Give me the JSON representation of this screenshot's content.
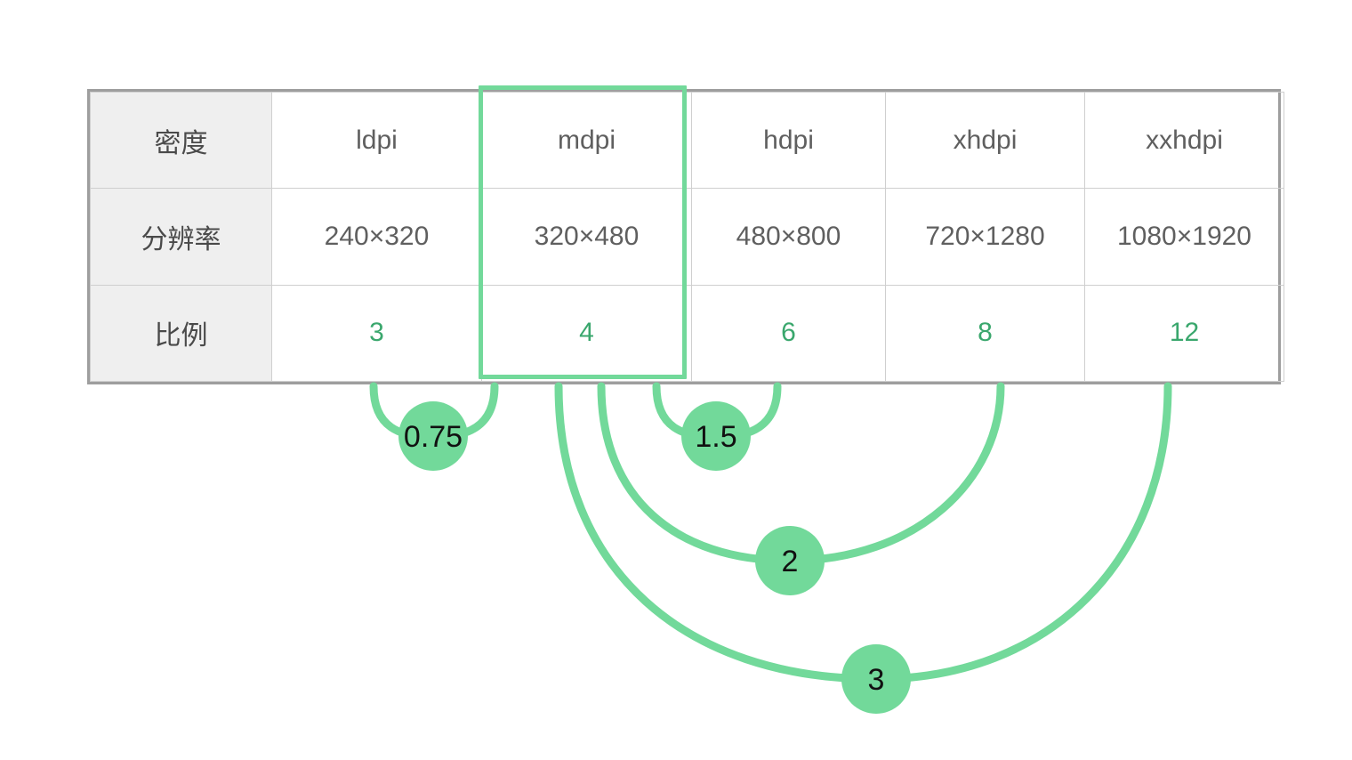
{
  "table": {
    "row_headers": [
      "密度",
      "分辨率",
      "比例"
    ],
    "columns": [
      "ldpi",
      "mdpi",
      "hdpi",
      "xhdpi",
      "xxhdpi"
    ],
    "resolutions": [
      "240×320",
      "320×480",
      "480×800",
      "720×1280",
      "1080×1920"
    ],
    "ratios": [
      "3",
      "4",
      "6",
      "8",
      "12"
    ],
    "highlighted_column": "mdpi"
  },
  "arcs": {
    "labels": [
      "0.75",
      "1.5",
      "2",
      "3"
    ],
    "nodes": [
      {
        "label": "0.75",
        "from": "ldpi",
        "to": "mdpi"
      },
      {
        "label": "1.5",
        "from": "mdpi",
        "to": "hdpi"
      },
      {
        "label": "2",
        "from": "mdpi",
        "to": "xhdpi"
      },
      {
        "label": "3",
        "from": "mdpi",
        "to": "xxhdpi"
      }
    ]
  },
  "colors": {
    "accent_green": "#72d99a",
    "ratio_text": "#3aa76d",
    "table_border": "#9e9e9e",
    "cell_border": "#cfcfcf",
    "header_bg": "#efefef",
    "body_text": "#5f5f5f"
  },
  "chart_data": {
    "type": "table",
    "title": "",
    "categories": [
      "ldpi",
      "mdpi",
      "hdpi",
      "xhdpi",
      "xxhdpi"
    ],
    "series": [
      {
        "name": "分辨率",
        "values": [
          "240×320",
          "320×480",
          "480×800",
          "720×1280",
          "1080×1920"
        ]
      },
      {
        "name": "比例",
        "values": [
          3,
          4,
          6,
          8,
          12
        ]
      }
    ],
    "annotations": [
      {
        "label": "0.75",
        "from": "ldpi",
        "to": "mdpi",
        "value": 0.75
      },
      {
        "label": "1.5",
        "from": "mdpi",
        "to": "hdpi",
        "value": 1.5
      },
      {
        "label": "2",
        "from": "mdpi",
        "to": "xhdpi",
        "value": 2
      },
      {
        "label": "3",
        "from": "mdpi",
        "to": "xxhdpi",
        "value": 3
      }
    ],
    "xlabel": "",
    "ylabel": "",
    "grid": true,
    "legend": "none"
  }
}
